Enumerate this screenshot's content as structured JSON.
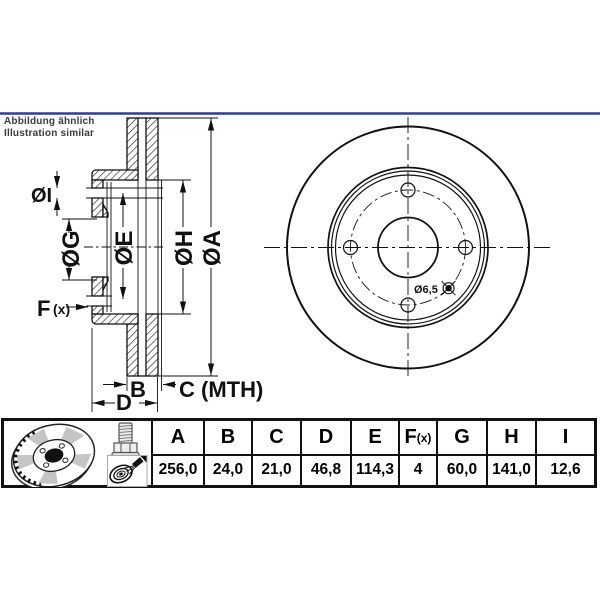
{
  "colors": {
    "rule": "#2e3d95",
    "ink": "#111111"
  },
  "note": {
    "line1": "Abbildung ähnlich",
    "line2": "Illustration similar"
  },
  "drawing": {
    "labels": {
      "dia_i": "ØI",
      "dia_g": "ØG",
      "dia_e": "ØE",
      "dia_h": "ØH",
      "dia_a": "ØA",
      "f": "F",
      "f_suffix": "(x)",
      "b": "B",
      "c": "C (MTH)",
      "d": "D",
      "pin_hole": "Ø6,5"
    },
    "icons": [
      "brake-disc-icon",
      "bolt-icon",
      "spray-coating-icon"
    ]
  },
  "table": {
    "columns": [
      {
        "label": "A",
        "value": "256,0"
      },
      {
        "label": "B",
        "value": "24,0"
      },
      {
        "label": "C",
        "value": "21,0"
      },
      {
        "label": "D",
        "value": "46,8"
      },
      {
        "label": "E",
        "value": "114,3"
      },
      {
        "label": "F",
        "label_suffix": "(x)",
        "value": "4"
      },
      {
        "label": "G",
        "value": "60,0"
      },
      {
        "label": "H",
        "value": "141,0"
      },
      {
        "label": "I",
        "value": "12,6"
      }
    ]
  }
}
